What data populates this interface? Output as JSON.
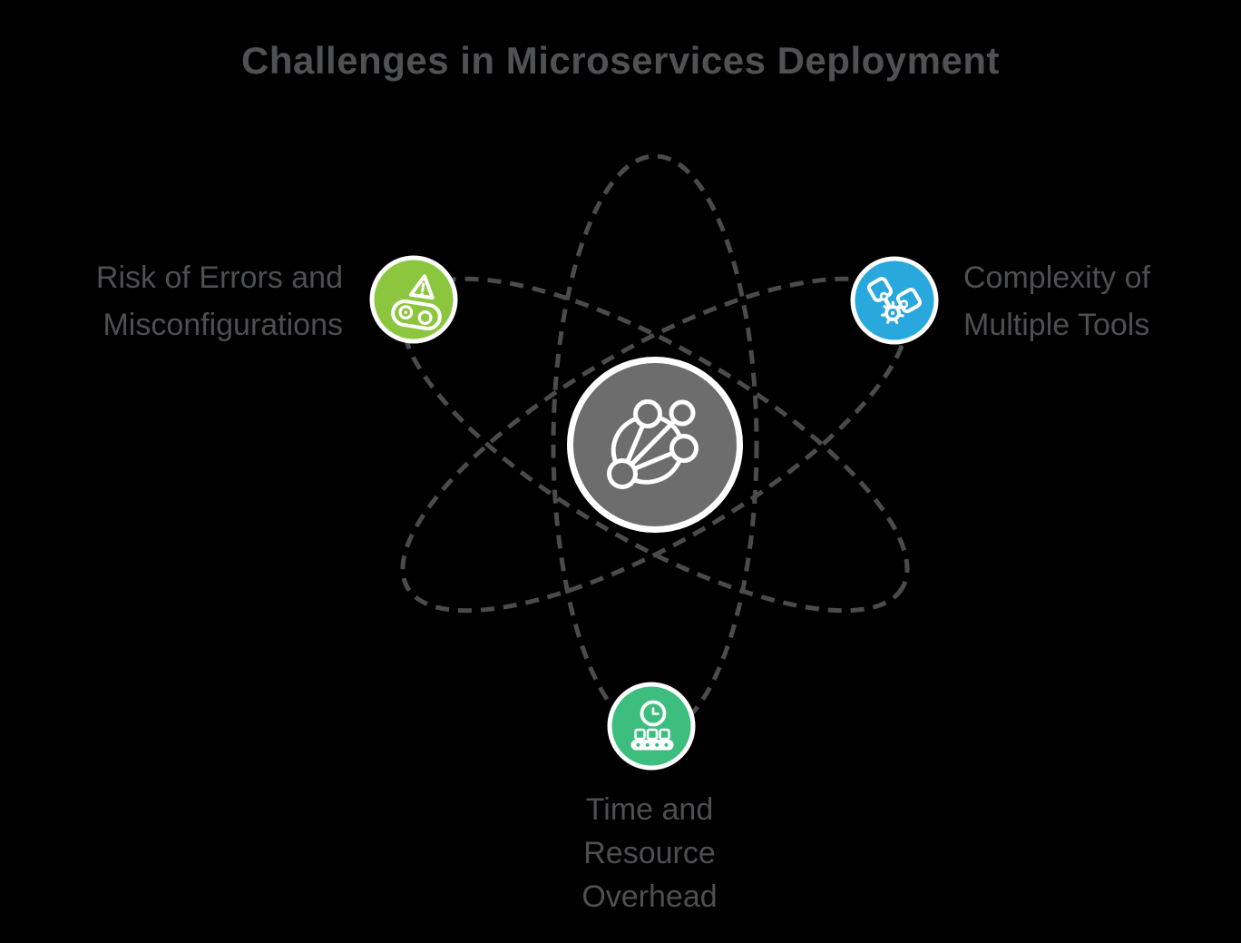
{
  "title": "Challenges in Microservices Deployment",
  "colors": {
    "background": "#000000",
    "title_text": "#505154",
    "label_text": "#4E4F52",
    "orbit_dash": "#4B4B4B",
    "white": "#FFFFFF",
    "center_fill": "#6D6D6D",
    "node_risk_green": "#8CC63F",
    "node_tools_blue": "#29A8DE",
    "node_time_green": "#3EBE7E"
  },
  "center": {
    "icon": "network-nodes-icon"
  },
  "nodes": [
    {
      "id": "risk",
      "label": "Risk of Errors and\nMisconfigurations",
      "icon": "warning-track-icon"
    },
    {
      "id": "tools",
      "label": "Complexity of\nMultiple Tools",
      "icon": "pistons-gear-icon"
    },
    {
      "id": "time",
      "label": "Time and\nResource\nOverhead",
      "icon": "clock-conveyor-icon"
    }
  ]
}
